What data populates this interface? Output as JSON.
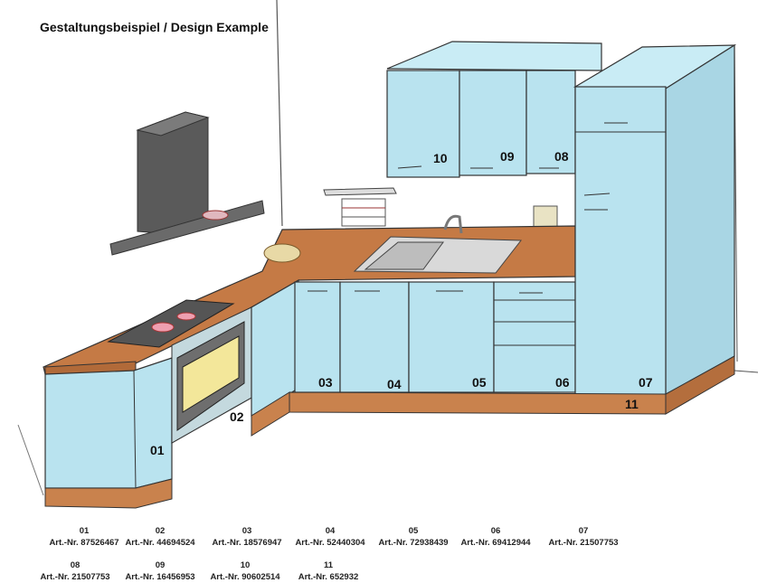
{
  "title": "Gestaltungsbeispiel / Design Example",
  "labels": {
    "l01": "01",
    "l02": "02",
    "l03": "03",
    "l04": "04",
    "l05": "05",
    "l06": "06",
    "l07": "07",
    "l08": "08",
    "l09": "09",
    "l10": "10",
    "l11": "11"
  },
  "articles": [
    {
      "num": "01",
      "art": "Art.-Nr. 87526467"
    },
    {
      "num": "02",
      "art": "Art.-Nr. 44694524"
    },
    {
      "num": "03",
      "art": "Art.-Nr. 18576947"
    },
    {
      "num": "04",
      "art": "Art.-Nr. 52440304"
    },
    {
      "num": "05",
      "art": "Art.-Nr. 72938439"
    },
    {
      "num": "06",
      "art": "Art.-Nr. 69412944"
    },
    {
      "num": "07",
      "art": "Art.-Nr. 21507753"
    },
    {
      "num": "08",
      "art": "Art.-Nr. 21507753"
    },
    {
      "num": "09",
      "art": "Art.-Nr. 16456953"
    },
    {
      "num": "10",
      "art": "Art.-Nr. 90602514"
    },
    {
      "num": "11",
      "art": "Art.-Nr. 652932"
    }
  ],
  "colors": {
    "cabinet": "#b9e3ef",
    "worktop": "#c57a45",
    "plinth": "#c9824d",
    "oven_window": "#f3e79a",
    "hood": "#5f5f5f"
  }
}
